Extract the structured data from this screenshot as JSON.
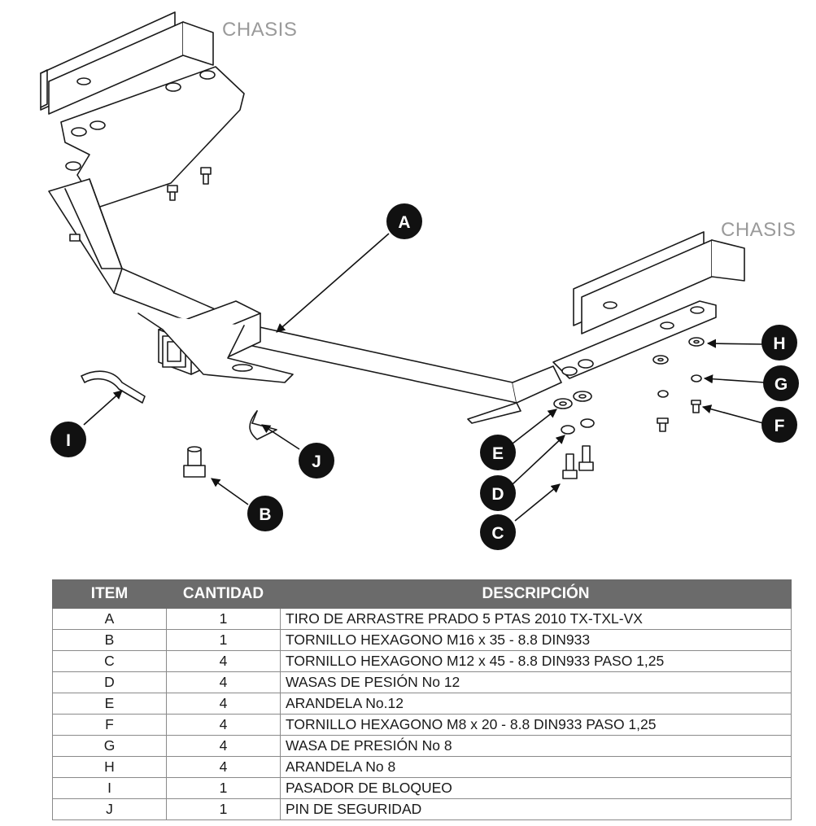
{
  "diagram": {
    "chasis_left": "CHASIS",
    "chasis_right": "CHASIS",
    "callouts": [
      "A",
      "B",
      "C",
      "D",
      "E",
      "F",
      "G",
      "H",
      "I",
      "J"
    ]
  },
  "table": {
    "headers": {
      "item": "ITEM",
      "qty": "CANTIDAD",
      "desc": "DESCRIPCIÓN"
    },
    "rows": [
      {
        "item": "A",
        "qty": "1",
        "desc": "TIRO DE ARRASTRE PRADO 5 PTAS 2010 TX-TXL-VX"
      },
      {
        "item": "B",
        "qty": "1",
        "desc": "TORNILLO  HEXAGONO M16 x 35 - 8.8 DIN933"
      },
      {
        "item": "C",
        "qty": "4",
        "desc": "TORNILLO  HEXAGONO M12 x 45 - 8.8 DIN933 PASO 1,25"
      },
      {
        "item": "D",
        "qty": "4",
        "desc": "WASAS DE PESIÓN No 12"
      },
      {
        "item": "E",
        "qty": "4",
        "desc": "ARANDELA No.12"
      },
      {
        "item": "F",
        "qty": "4",
        "desc": "TORNILLO  HEXAGONO M8 x 20 - 8.8 DIN933 PASO 1,25"
      },
      {
        "item": "G",
        "qty": "4",
        "desc": "WASA DE PRESIÓN No 8"
      },
      {
        "item": "H",
        "qty": "4",
        "desc": "ARANDELA No 8"
      },
      {
        "item": "I",
        "qty": "1",
        "desc": "PASADOR DE BLOQUEO"
      },
      {
        "item": "J",
        "qty": "1",
        "desc": "PIN DE SEGURIDAD"
      }
    ]
  },
  "colors": {
    "header_bg": "#6b6b6b",
    "line": "#1a1a1a",
    "chasis_text": "#9a9a9a"
  }
}
